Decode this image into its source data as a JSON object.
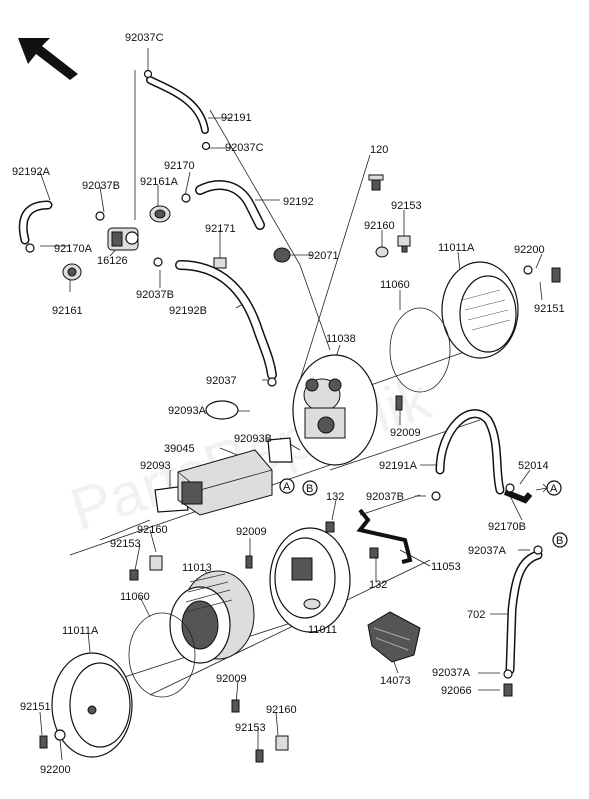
{
  "watermark": "PartsRepublik",
  "labels": {
    "p92037C_top": "92037C",
    "p92191": "92191",
    "p92037C_mid": "92037C",
    "p92192A": "92192A",
    "p92037B_top": "92037B",
    "p92170_top": "92170",
    "p92161A": "92161A",
    "p92192": "92192",
    "p120": "120",
    "p92153_top": "92153",
    "p92160_top": "92160",
    "p11011A_top": "11011A",
    "p92200_top": "92200",
    "p92170A": "92170A",
    "p16126": "16126",
    "p92171": "92171",
    "p92071": "92071",
    "p11060_top": "11060",
    "p92161": "92161",
    "p92037B_mid": "92037B",
    "p92192B": "92192B",
    "p92151_top": "92151",
    "p11038": "11038",
    "p92037": "92037",
    "p92093A": "92093A",
    "p92009_right": "92009",
    "p39045": "39045",
    "p92093B": "92093B",
    "p92093": "92093",
    "p92191A": "92191A",
    "p52014": "52014",
    "callout_A": "A",
    "callout_B": "B",
    "p132_top": "132",
    "p92037B_right": "92037B",
    "p92170B": "92170B",
    "p92160_mid": "92160",
    "p92009_mid": "92009",
    "p92037A_top": "92037A",
    "p92153_mid": "92153",
    "p132_bottom": "132",
    "p11053": "11053",
    "p11013": "11013",
    "p11060_bottom": "11060",
    "p702": "702",
    "p11011A_bottom": "11011A",
    "p11011": "11011",
    "p14073": "14073",
    "p92009_bottom": "92009",
    "p92037A_bottom": "92037A",
    "p92066": "92066",
    "p92151_bottom": "92151",
    "p92160_bottom": "92160",
    "p92153_bottom": "92153",
    "p92200_bottom": "92200"
  }
}
